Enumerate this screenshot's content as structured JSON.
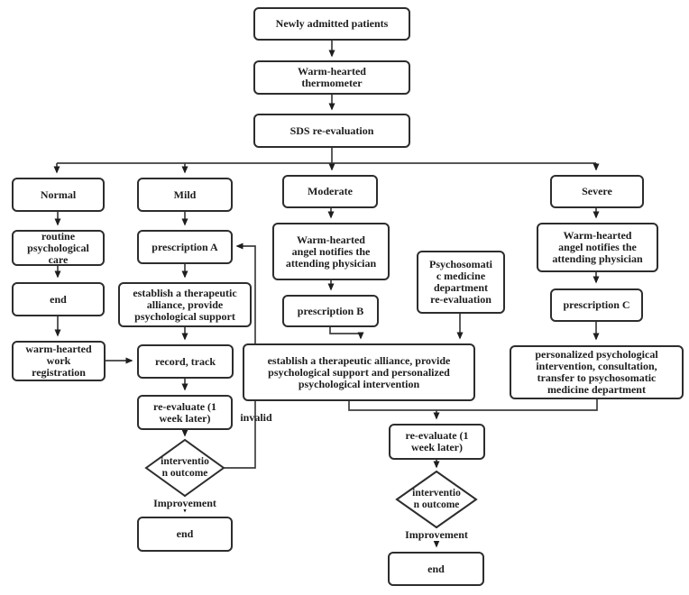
{
  "diagram": {
    "colors": {
      "box_border": "#2d2d2d",
      "wire": "#3f3f3f",
      "arrowhead": "#1e1e1e",
      "text": "#1d1d1d",
      "background": "#ffffff"
    },
    "nodes": {
      "newly_admitted": {
        "label": "Newly admitted patients"
      },
      "thermometer": {
        "label": "Warm-hearted\nthermometer"
      },
      "sds": {
        "label": "SDS re-evaluation"
      },
      "normal": {
        "label": "Normal"
      },
      "mild": {
        "label": "Mild"
      },
      "moderate": {
        "label": "Moderate"
      },
      "severe": {
        "label": "Severe"
      },
      "routine_care": {
        "label": "routine\npsychological\ncare"
      },
      "end_normal": {
        "label": "end"
      },
      "warm_work": {
        "label": "warm-hearted\nwork\nregistration"
      },
      "prescription_a": {
        "label": "prescription A"
      },
      "establish_mild": {
        "label": "establish a therapeutic\nalliance, provide\npsychological support"
      },
      "record_track": {
        "label": "record, track"
      },
      "reevaluate_mild": {
        "label": "re-evaluate (1\nweek later)"
      },
      "outcome_mild": {
        "label": "interventio\nn outcome"
      },
      "end_mild": {
        "label": "end"
      },
      "warm_angel_moderate": {
        "label": "Warm-hearted\nangel notifies the\nattending physician"
      },
      "prescription_b": {
        "label": "prescription B"
      },
      "psychosomatic_reeval": {
        "label": "Psychosomati\nc medicine\ndepartment\nre-evaluation"
      },
      "establish_moderate": {
        "label": "establish a therapeutic alliance, provide\npsychological support and personalized\npsychological intervention"
      },
      "reevaluate_moderate": {
        "label": "re-evaluate (1\nweek later)"
      },
      "outcome_moderate": {
        "label": "interventio\nn outcome"
      },
      "end_moderate": {
        "label": "end"
      },
      "warm_angel_severe": {
        "label": "Warm-hearted\nangel notifies the\nattending physician"
      },
      "prescription_c": {
        "label": "prescription C"
      },
      "personalized_severe": {
        "label": "personalized psychological\nintervention, consultation,\ntransfer to psychosomatic\nmedicine department"
      }
    },
    "edge_labels": {
      "invalid": "invalid",
      "improvement_mild": "Improvement",
      "improvement_moderate": "Improvement"
    }
  }
}
